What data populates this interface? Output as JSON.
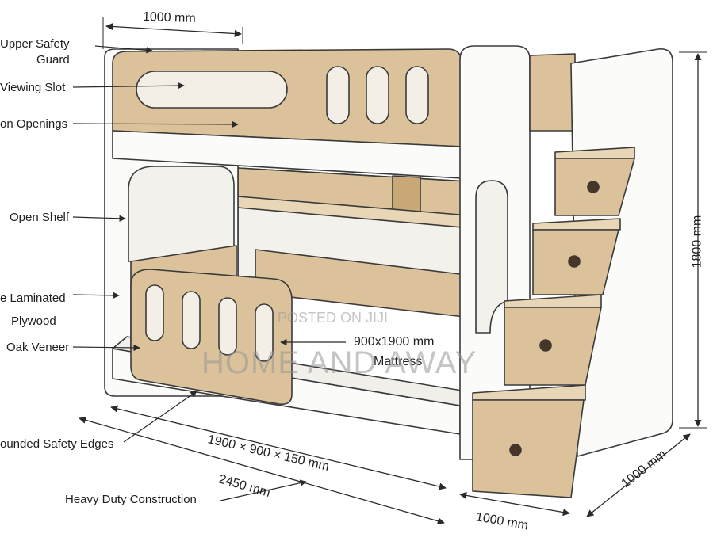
{
  "labels": {
    "upper_safety_guard_l1": "Upper Safety",
    "upper_safety_guard_l2": "Guard",
    "viewing_slot": "Viewing Slot",
    "ventilation_openings": "on Openings",
    "open_shelf": "Open Shelf",
    "laminated_l1": "e Laminated",
    "laminated_l2": "Plywood",
    "oak_veneer": "Oak Veneer",
    "mattress_l1": "900x1900 mm",
    "mattress_l2": "Mattress",
    "rounded_edges": "ounded Safety Edges",
    "heavy_duty": "Heavy Duty Construction"
  },
  "dimensions": {
    "top_width": "1000 mm",
    "height": "1800 mm",
    "bed_size": "1900 × 900 × 150 mm",
    "length": "2450 mm",
    "stair_width": "1000 mm",
    "depth": "1000 mm"
  },
  "watermark": {
    "line1": "POSTED ON JIJI",
    "line2": "HOME AND AWAY"
  },
  "colors": {
    "wood": "#dcc29b",
    "wood_dark": "#c9a877",
    "white_panel": "#fbfbfa",
    "outline": "#3a3a3a",
    "knob": "#4a3426"
  }
}
